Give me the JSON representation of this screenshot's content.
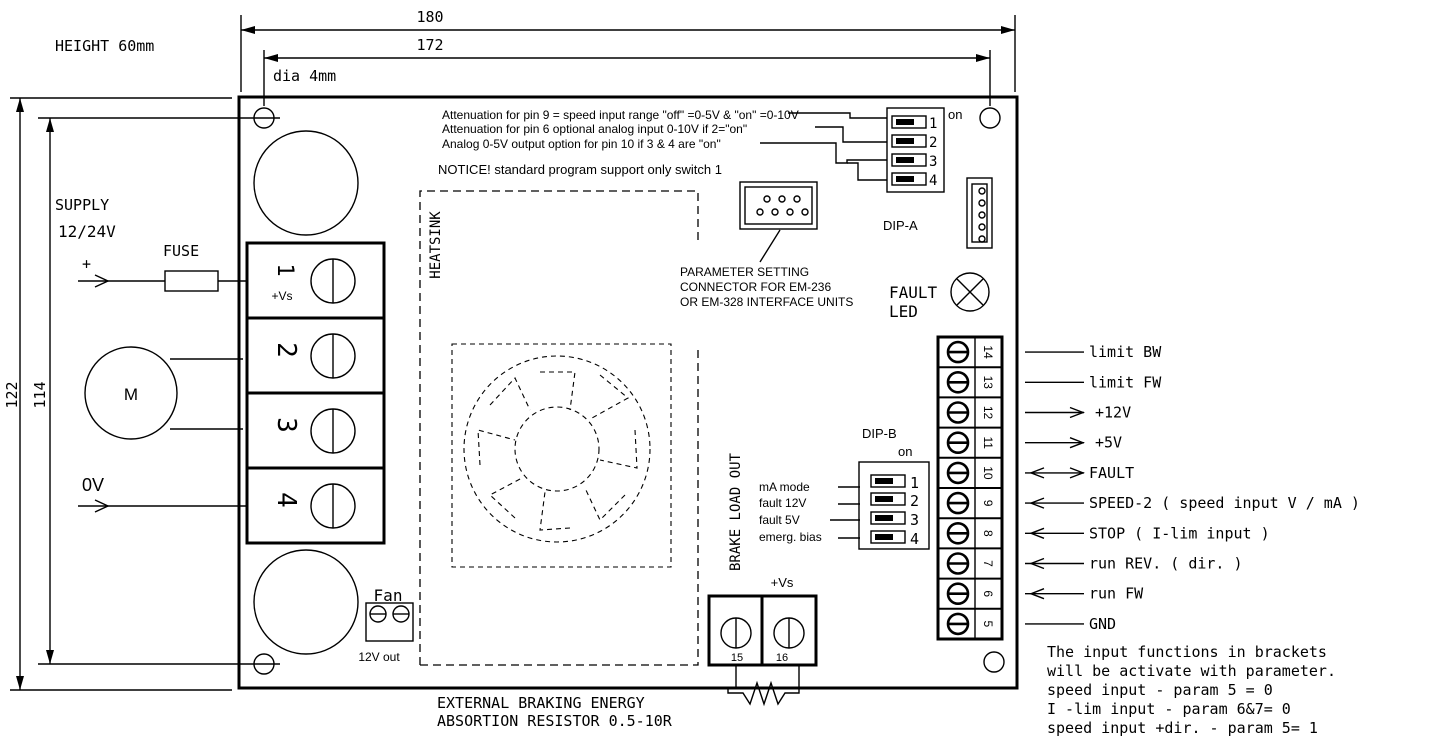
{
  "dimensions": {
    "width_outer": "180",
    "width_inner": "172",
    "height_outer": "122",
    "height_inner": "114",
    "height_label": "HEIGHT 60mm",
    "hole_label": "dia 4mm"
  },
  "supply": {
    "label": "SUPPLY",
    "voltage": "12/24V",
    "plus": "+",
    "zero": "0V",
    "fuse": "FUSE"
  },
  "motor": {
    "label": "M"
  },
  "power_terminals": [
    {
      "num": "1",
      "sub": "+Vs"
    },
    {
      "num": "2",
      "sub": ""
    },
    {
      "num": "3",
      "sub": ""
    },
    {
      "num": "4",
      "sub": ""
    }
  ],
  "heatsink": {
    "label": "HEATSINK"
  },
  "fan": {
    "label": "Fan",
    "out": "12V out"
  },
  "attenuation_notes": [
    "Attenuation for pin 9 = speed input range  \"off\" =0-5V & \"on\" =0-10V",
    "Attenuation for pin 6  optional analog input 0-10V if  2=\"on\"",
    "Analog 0-5V output option for pin 10  if  3 & 4 are \"on\""
  ],
  "notice": "NOTICE! standard program support only switch 1",
  "dip_a": {
    "label": "DIP-A",
    "on": "on",
    "switches": [
      "1",
      "2",
      "3",
      "4"
    ]
  },
  "param_connector": {
    "lines": [
      "PARAMETER SETTING",
      "CONNECTOR FOR EM-236",
      "OR EM-328 INTERFACE UNITS"
    ]
  },
  "fault_led": {
    "line1": "FAULT",
    "line2": "LED"
  },
  "dip_b": {
    "label": "DIP-B",
    "on": "on",
    "switches": [
      "1",
      "2",
      "3",
      "4"
    ],
    "labels": [
      "mA mode",
      "fault 12V",
      "fault 5V",
      "emerg. bias"
    ]
  },
  "brake": {
    "load_out": "BRAKE  LOAD  OUT",
    "vs": "+Vs",
    "terminals": [
      "15",
      "16"
    ],
    "resistor_line1": "EXTERNAL  BRAKING  ENERGY",
    "resistor_line2": "ABSORTION  RESISTOR   0.5-10R"
  },
  "signal_terminals": [
    {
      "num": "14",
      "label": "limit BW"
    },
    {
      "num": "13",
      "label": "limit FW"
    },
    {
      "num": "12",
      "label": "+12V"
    },
    {
      "num": "11",
      "label": "+5V"
    },
    {
      "num": "10",
      "label": "FAULT"
    },
    {
      "num": "9",
      "label": "SPEED-2   ( speed input V / mA )"
    },
    {
      "num": "8",
      "label": "STOP   ( I-lim input   )"
    },
    {
      "num": "7",
      "label": "run REV.  ( dir. )"
    },
    {
      "num": "6",
      "label": "run FW"
    },
    {
      "num": "5",
      "label": "GND"
    }
  ],
  "footnote": [
    "The input functions in brackets",
    "will be activate with parameter.",
    "speed input - param 5 = 0",
    "I -lim input - param 6&7= 0",
    "speed input +dir. - param 5= 1"
  ]
}
